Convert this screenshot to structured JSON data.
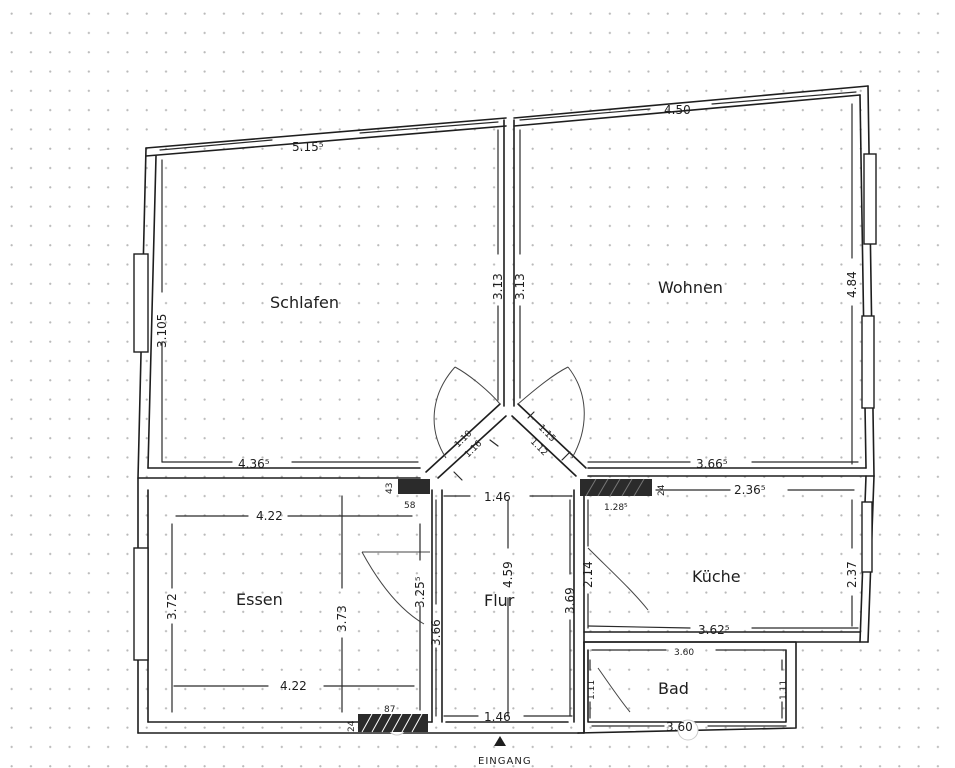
{
  "rooms": {
    "schlafen": "Schlafen",
    "wohnen": "Wohnen",
    "essen": "Essen",
    "flur": "Flur",
    "kueche": "Küche",
    "bad": "Bad"
  },
  "entrance": "EINGANG",
  "dimensions": {
    "top_left": "5.15⁵",
    "top_right": "4.50",
    "schlafen_height": "3.105",
    "center_wall_left": "3.13",
    "center_wall_right": "3.13",
    "wohnen_height": "4.84",
    "schlafen_bottom": "4.36⁵",
    "wohnen_bottom": "3.66⁵",
    "door_left_a": "1.10",
    "door_left_b": "1.16",
    "door_right_a": "1.15",
    "door_right_b": "1.12",
    "pillar_left": "43",
    "pillar_left_width": "58",
    "flur_top": "1.46",
    "pillar_right": "24",
    "pillar_right_width": "1.28⁵",
    "kueche_top": "2.36⁵",
    "essen_top": "4.22",
    "essen_bottom": "4.22",
    "essen_height_left": "3.72",
    "essen_height_mid": "3.73",
    "essen_door": "3.25⁵",
    "flur_left": "3.66",
    "flur_height": "4.59",
    "flur_right": "3.69",
    "kueche_door": "2.14",
    "kueche_height": "2.37",
    "kueche_bottom": "3.62⁵",
    "bad_top": "3.60",
    "bad_left": "1.11",
    "bad_right": "1.11",
    "flur_bottom": "1.46",
    "entrance_pillar": "87",
    "entrance_pillar_height": "24",
    "bad_bottom": "3.60"
  }
}
